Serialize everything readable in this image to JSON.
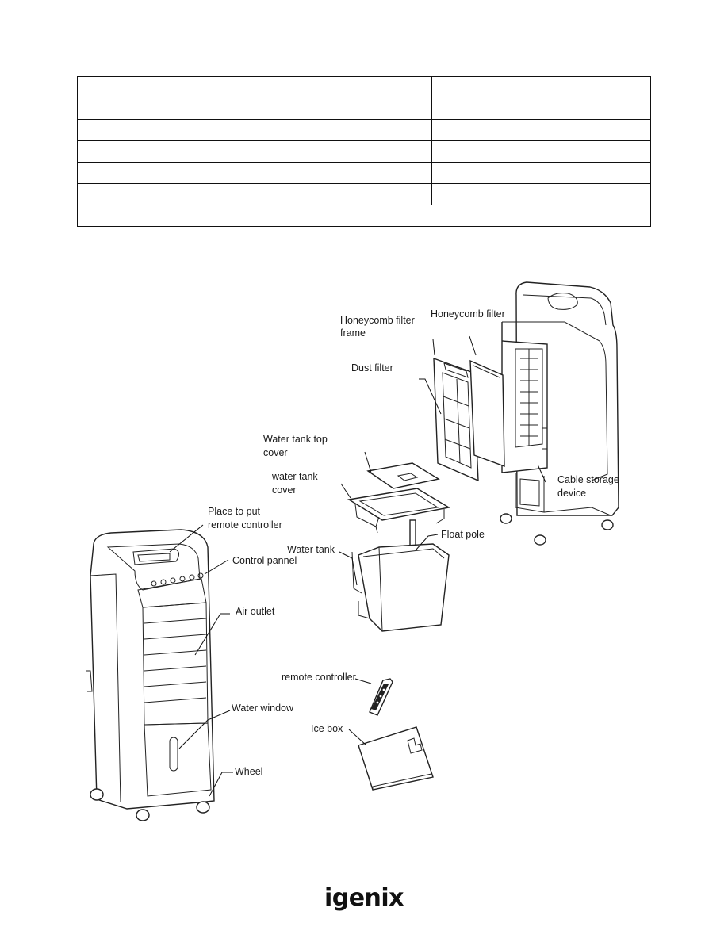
{
  "spec_table": {
    "rows": [
      [
        "",
        ""
      ],
      [
        "",
        ""
      ],
      [
        "",
        ""
      ],
      [
        "",
        ""
      ],
      [
        "",
        ""
      ],
      [
        "",
        ""
      ]
    ],
    "footer": ""
  },
  "labels": {
    "honeycomb_filter_frame_1": "Honeycomb filter",
    "honeycomb_filter_frame_2": "frame",
    "honeycomb_filter": "Honeycomb filter",
    "dust_filter": "Dust filter",
    "water_tank_top_cover_1": "Water tank top",
    "water_tank_top_cover_2": "cover",
    "water_tank_cover_1": "water tank",
    "water_tank_cover_2": "cover",
    "cable_storage_1": "Cable storage",
    "cable_storage_2": "device",
    "place_remote_1": "Place to put",
    "place_remote_2": "remote controller",
    "control_panel": "Control pannel",
    "water_tank": "Water tank",
    "float_pole": "Float pole",
    "air_outlet": "Air outlet",
    "remote_controller": "remote controller",
    "water_window": "Water window",
    "ice_box": "Ice box",
    "wheel": "Wheel"
  },
  "brand": "igenix"
}
